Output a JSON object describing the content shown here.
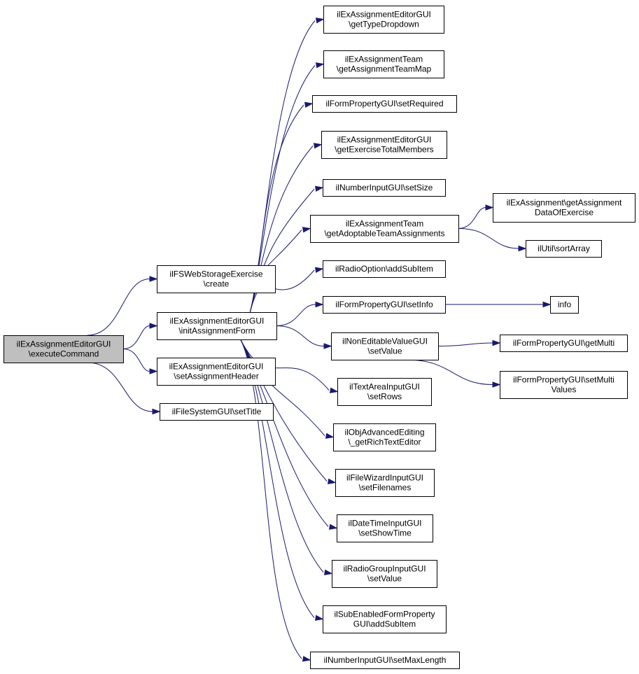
{
  "colors": {
    "edge": "#191970",
    "root_fill": "#bfbfbf",
    "node_fill": "#ffffff",
    "border": "#000000"
  },
  "nodes": {
    "root": {
      "lines": [
        "ilExAssignmentEditorGUI",
        "\\executeCommand"
      ]
    },
    "n_create": {
      "lines": [
        "ilFSWebStorageExercise",
        "\\create"
      ]
    },
    "n_init": {
      "lines": [
        "ilExAssignmentEditorGUI",
        "\\initAssignmentForm"
      ]
    },
    "n_setHeader": {
      "lines": [
        "ilExAssignmentEditorGUI",
        "\\setAssignmentHeader"
      ]
    },
    "n_setTitle": {
      "lines": [
        "ilFileSystemGUI\\setTitle"
      ]
    },
    "n_getTypeDropdown": {
      "lines": [
        "ilExAssignmentEditorGUI",
        "\\getTypeDropdown"
      ]
    },
    "n_getTeamMap": {
      "lines": [
        "ilExAssignmentTeam",
        "\\getAssignmentTeamMap"
      ]
    },
    "n_setRequired": {
      "lines": [
        "ilFormPropertyGUI\\setRequired"
      ]
    },
    "n_getTotalMembers": {
      "lines": [
        "ilExAssignmentEditorGUI",
        "\\getExerciseTotalMembers"
      ]
    },
    "n_setSize": {
      "lines": [
        "ilNumberInputGUI\\setSize"
      ]
    },
    "n_getAdoptable": {
      "lines": [
        "ilExAssignmentTeam",
        "\\getAdoptableTeamAssignments"
      ]
    },
    "n_addSubItemRadio": {
      "lines": [
        "ilRadioOption\\addSubItem"
      ]
    },
    "n_setInfo": {
      "lines": [
        "ilFormPropertyGUI\\setInfo"
      ]
    },
    "n_nonEditSetValue": {
      "lines": [
        "ilNonEditableValueGUI",
        "\\setValue"
      ]
    },
    "n_setRows": {
      "lines": [
        "ilTextAreaInputGUI",
        "\\setRows"
      ]
    },
    "n_richText": {
      "lines": [
        "ilObjAdvancedEditing",
        "\\_getRichTextEditor"
      ]
    },
    "n_setFilenames": {
      "lines": [
        "ilFileWizardInputGUI",
        "\\setFilenames"
      ]
    },
    "n_setShowTime": {
      "lines": [
        "ilDateTimeInputGUI",
        "\\setShowTime"
      ]
    },
    "n_radioGroupSetValue": {
      "lines": [
        "ilRadioGroupInputGUI",
        "\\setValue"
      ]
    },
    "n_subEnabledAddSubItem": {
      "lines": [
        "ilSubEnabledFormProperty",
        "GUI\\addSubItem"
      ]
    },
    "n_setMaxLength": {
      "lines": [
        "ilNumberInputGUI\\setMaxLength"
      ]
    },
    "n_getAssignmentData": {
      "lines": [
        "ilExAssignment\\getAssignment",
        "DataOfExercise"
      ]
    },
    "n_sortArray": {
      "lines": [
        "ilUtil\\sortArray"
      ]
    },
    "n_info": {
      "lines": [
        "info"
      ]
    },
    "n_getMulti": {
      "lines": [
        "ilFormPropertyGUI\\getMulti"
      ]
    },
    "n_setMultiValues": {
      "lines": [
        "ilFormPropertyGUI\\setMulti",
        "Values"
      ]
    }
  }
}
